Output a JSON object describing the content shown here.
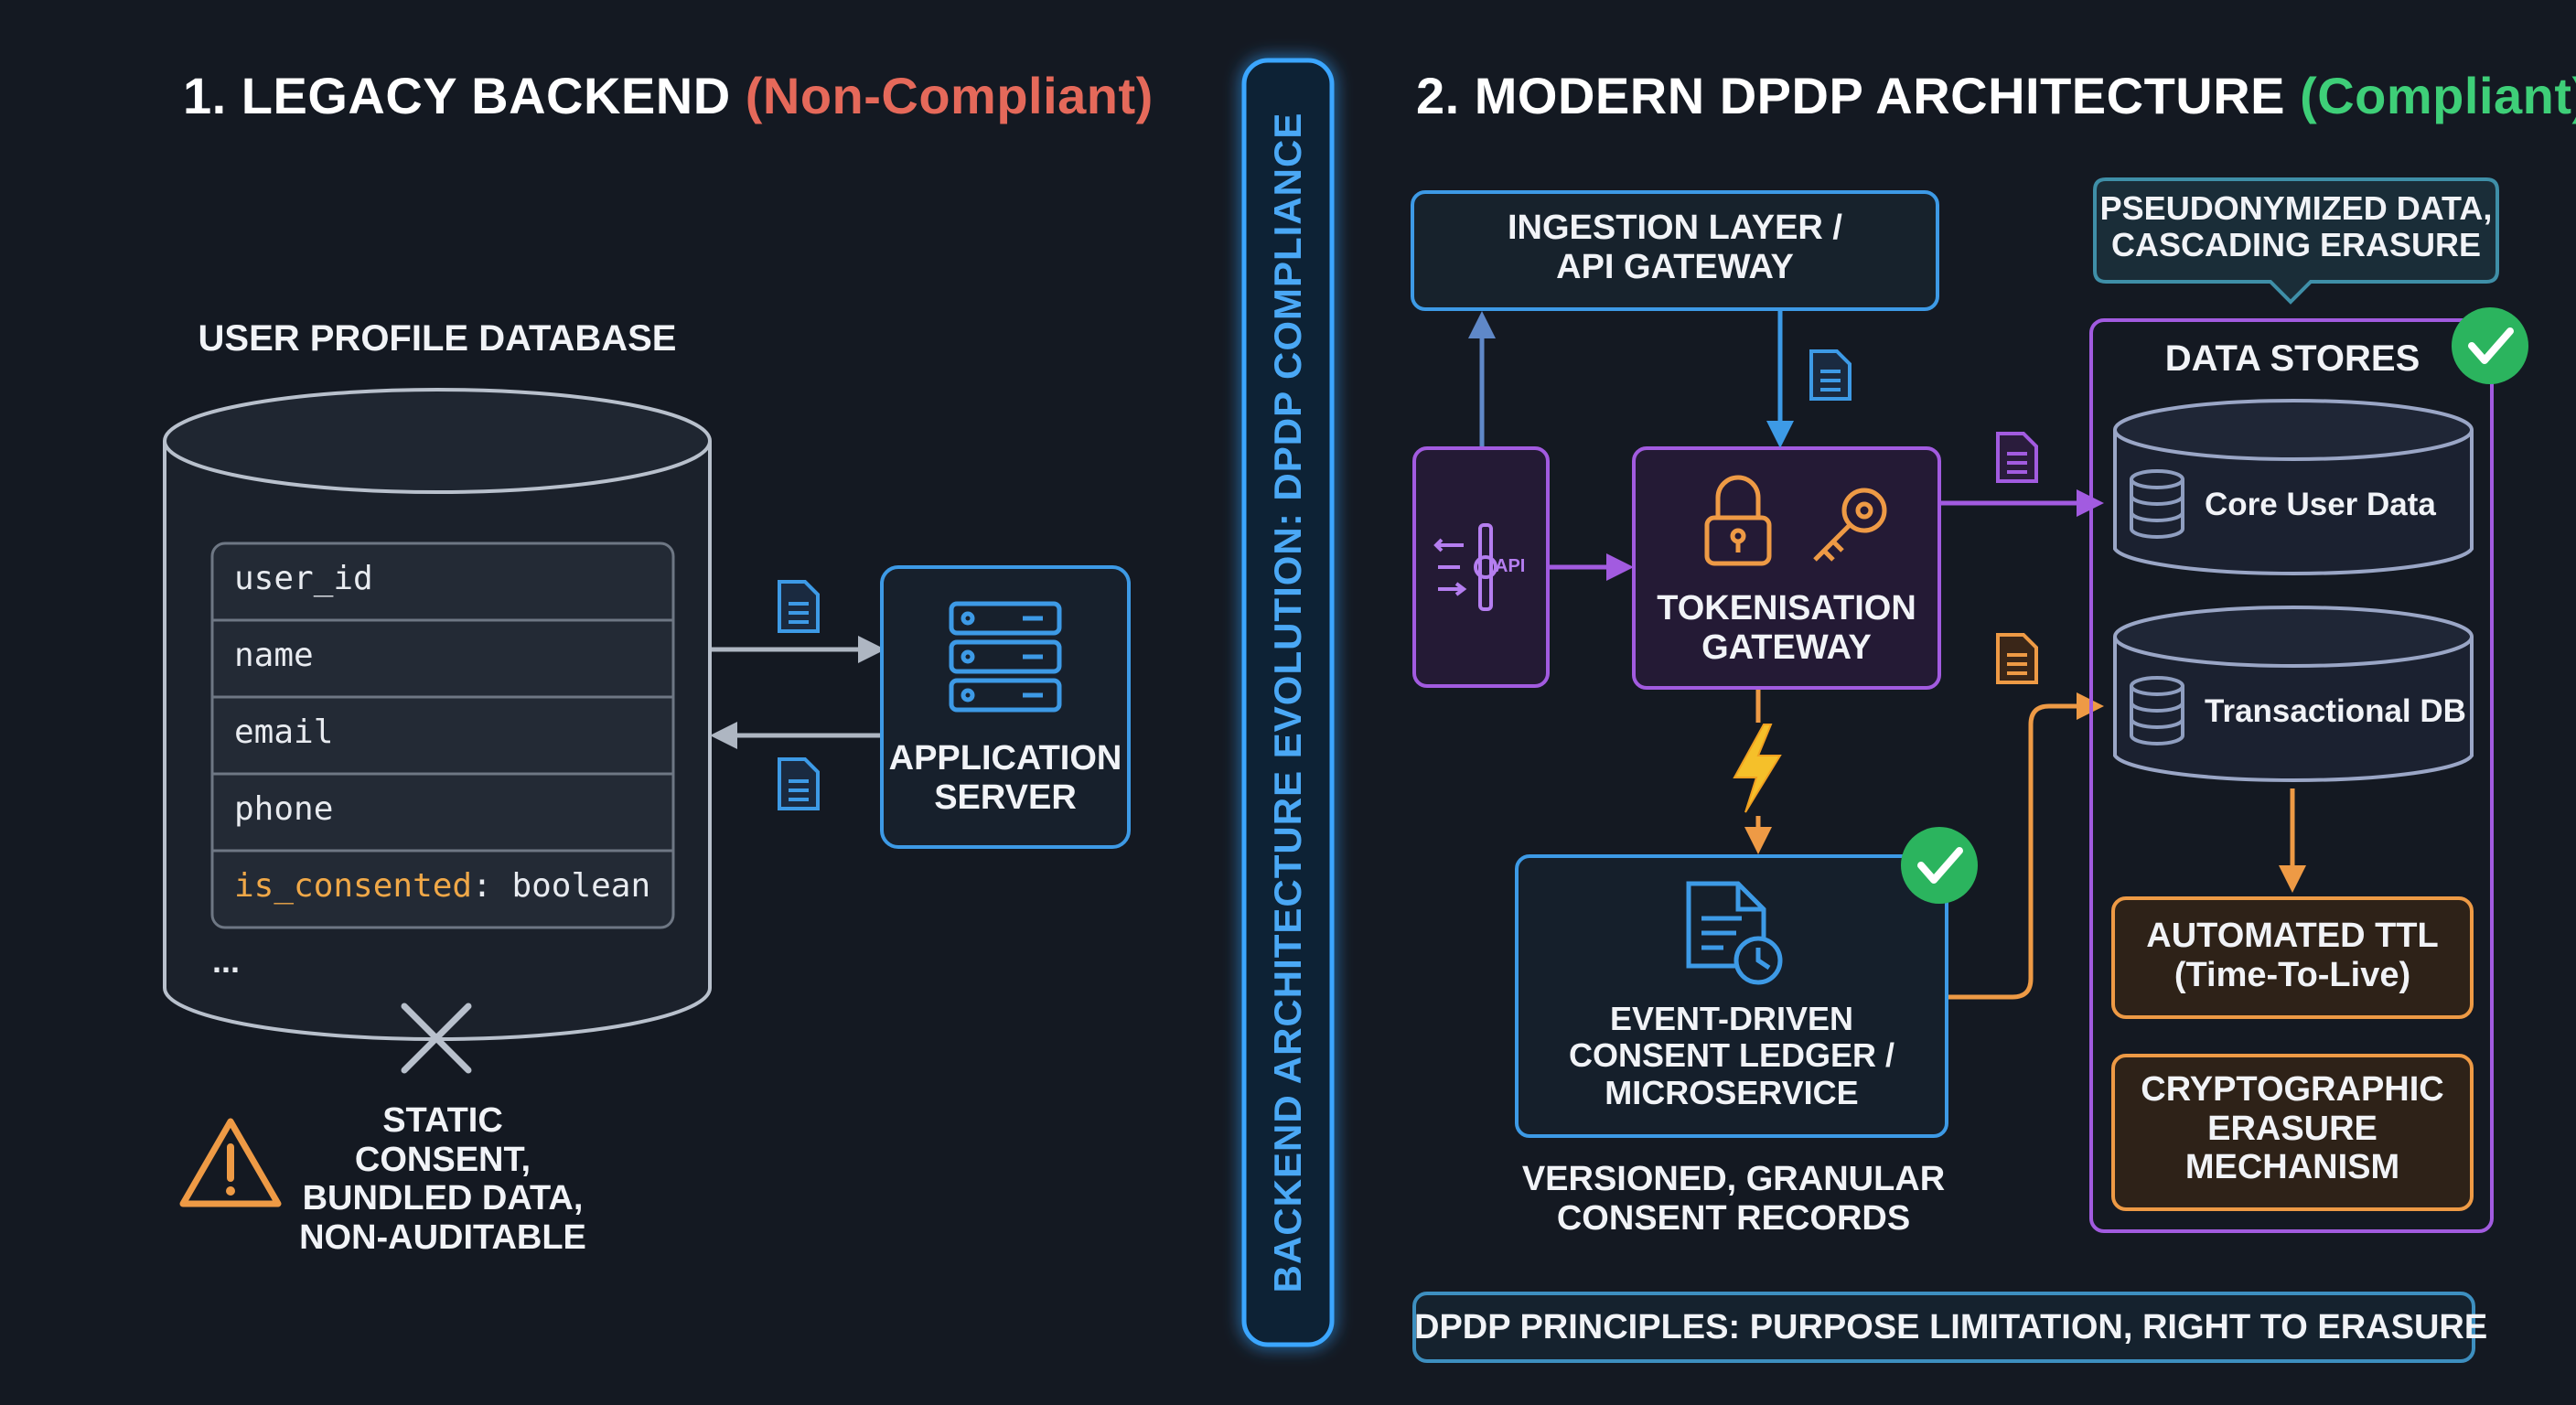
{
  "left": {
    "title_main": "1. LEGACY BACKEND",
    "title_tag": "(Non-Compliant)",
    "db_label": "USER PROFILE DATABASE",
    "fields": [
      "user_id",
      "name",
      "email",
      "phone"
    ],
    "consent_field": "is_consented",
    "consent_type": ": boolean",
    "ellipsis": "...",
    "server_line1": "APPLICATION",
    "server_line2": "SERVER",
    "warn_line1": "STATIC CONSENT,",
    "warn_line2": "BUNDLED DATA,",
    "warn_line3": "NON-AUDITABLE"
  },
  "divider": {
    "text": "BACKEND ARCHITECTURE EVOLUTION: DPDP COMPLIANCE"
  },
  "right": {
    "title_main": "2. MODERN DPDP ARCHITECTURE",
    "title_tag": "(Compliant)",
    "ingestion_line1": "INGESTION LAYER /",
    "ingestion_line2": "API GATEWAY",
    "api_badge": "API",
    "token_line1": "TOKENISATION",
    "token_line2": "GATEWAY",
    "ledger_line1": "EVENT-DRIVEN",
    "ledger_line2": "CONSENT LEDGER /",
    "ledger_line3": "MICROSERVICE",
    "versioned_line1": "VERSIONED, GRANULAR",
    "versioned_line2": "CONSENT RECORDS",
    "callout_line1": "PSEUDONYMIZED DATA,",
    "callout_line2": "CASCADING ERASURE",
    "stores_title": "DATA STORES",
    "core_db": "Core User Data",
    "trans_db": "Transactional DB",
    "ttl_line1": "AUTOMATED TTL",
    "ttl_line2": "(Time-To-Live)",
    "crypto_line1": "CRYPTOGRAPHIC",
    "crypto_line2": "ERASURE",
    "crypto_line3": "MECHANISM",
    "principles": "DPDP PRINCIPLES: PURPOSE LIMITATION, RIGHT TO ERASURE"
  },
  "colors": {
    "background": "#141922",
    "non_compliant": "#e5695a",
    "compliant": "#3ecf78",
    "blue": "#3d9ae6",
    "purple": "#a25be0",
    "orange": "#ee9a45",
    "consent_field": "#f0a848"
  },
  "icons": [
    "document-icon",
    "server-icon",
    "warning-icon",
    "close-icon",
    "api-gateway-icon",
    "lock-icon",
    "key-icon",
    "lightning-icon",
    "ledger-clock-icon",
    "database-icon",
    "check-icon"
  ]
}
